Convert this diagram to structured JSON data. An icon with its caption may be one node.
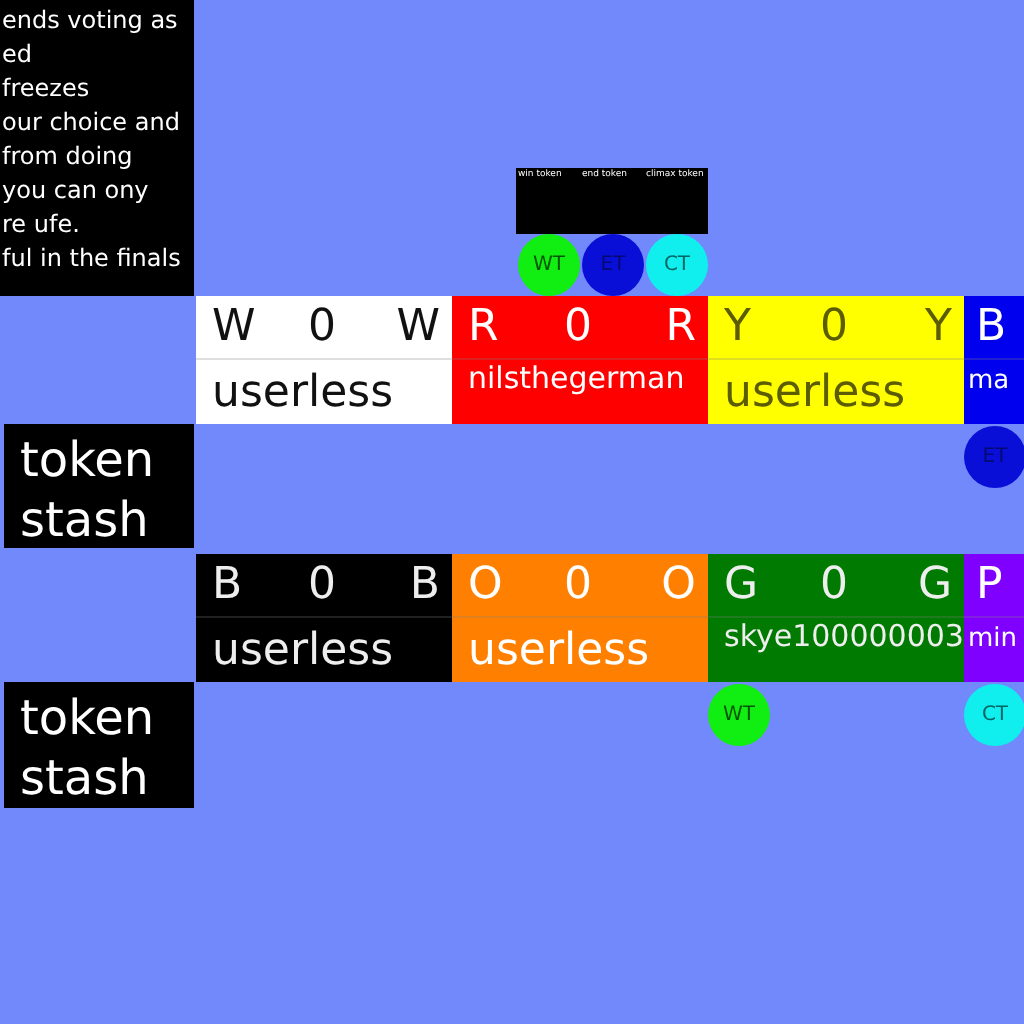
{
  "diagram": {
    "nodes": [
      {
        "text": [
          "ends voting as",
          "ed",
          "freezes",
          "our choice and",
          "from doing",
          "you can ony",
          "re ufe.",
          "ful in the finals"
        ]
      },
      {
        "text": [
          "win token"
        ]
      },
      {
        "text": [
          "end token"
        ]
      },
      {
        "text": [
          "climax token"
        ]
      },
      {
        "text": [
          "WT"
        ]
      },
      {
        "text": [
          "ET"
        ]
      },
      {
        "text": [
          "CT"
        ]
      },
      {
        "text": [
          "W",
          "0",
          "W",
          "userless"
        ]
      },
      {
        "text": [
          "R",
          "0",
          "R",
          "nilsthegerman"
        ]
      },
      {
        "text": [
          "Y",
          "0",
          "Y",
          "userless"
        ]
      },
      {
        "text": [
          "B",
          "ma"
        ]
      },
      {
        "text": [
          "ET"
        ]
      },
      {
        "text": [
          "token stash"
        ]
      },
      {
        "text": [
          "B",
          "0",
          "B",
          "userless"
        ]
      },
      {
        "text": [
          "O",
          "0",
          "O",
          "userless"
        ]
      },
      {
        "text": [
          "G",
          "0",
          "G",
          "skye100000003"
        ]
      },
      {
        "text": [
          "P",
          "min"
        ]
      },
      {
        "text": [
          "WT"
        ]
      },
      {
        "text": [
          "CT"
        ]
      },
      {
        "text": [
          "token stash"
        ]
      }
    ]
  }
}
